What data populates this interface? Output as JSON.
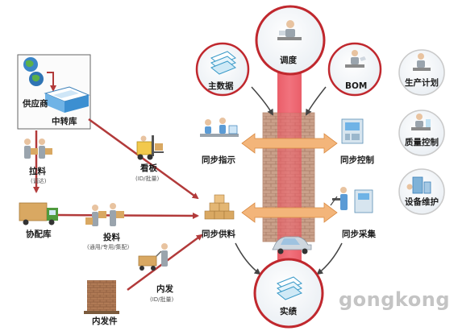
{
  "nodes": {
    "supplier": "供应商",
    "transfer_warehouse": "中转库",
    "pull_material": "拉料",
    "pull_material_sub": "(调达)",
    "kanban": "看板",
    "kanban_sub": "(ID/批量)",
    "distribution_warehouse": "协配库",
    "dispatch_material": "投料",
    "dispatch_material_sub": "(通用/专用/集配)",
    "inner_dispatch": "内发",
    "inner_dispatch_sub": "(ID/批量)",
    "inner_parts": "内发件",
    "master_data": "主数据",
    "scheduling": "调度",
    "bom": "BOM",
    "sync_instruction": "同步指示",
    "sync_supply": "同步供料",
    "sync_control": "同步控制",
    "sync_collection": "同步采集",
    "results": "实绩",
    "production_plan": "生产计划",
    "quality_control": "质量控制",
    "equipment_maintenance": "设备维护"
  },
  "colors": {
    "arrow_red": "#b23a3a",
    "core_band": "#e03a4a",
    "wall_brick": "#c9a08a",
    "sync_arrow": "#f3b57a",
    "circle_border": "#c0282e"
  },
  "watermark": "gongkong"
}
